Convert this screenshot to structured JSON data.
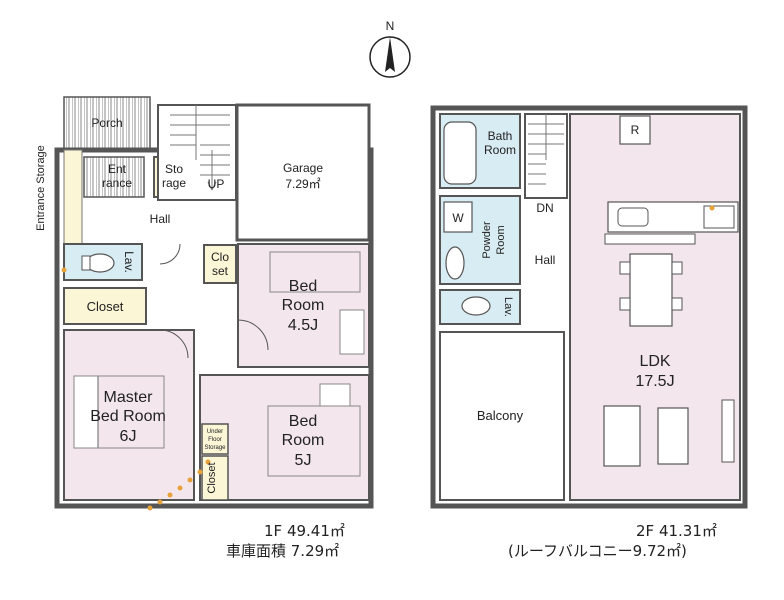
{
  "compass": {
    "label": "N"
  },
  "floor1": {
    "rooms": {
      "porch": "Porch",
      "entrance_storage": "Entrance Storage",
      "entrance_l1": "Ent",
      "entrance_l2": "rance",
      "storage_l1": "Sto",
      "storage_l2": "rage",
      "up": "UP",
      "garage_l1": "Garage",
      "garage_l2": "7.29㎡",
      "hall": "Hall",
      "lav": "Lav.",
      "closet_top_l1": "Clo",
      "closet_top_l2": "set",
      "bed1_l1": "Bed",
      "bed1_l2": "Room",
      "bed1_l3": "4.5J",
      "closet_left": "Closet",
      "master_l1": "Master",
      "master_l2": "Bed Room",
      "master_l3": "6J",
      "bed2_l1": "Bed",
      "bed2_l2": "Room",
      "bed2_l3": "5J",
      "underfloor_l1": "Under",
      "underfloor_l2": "Floor",
      "underfloor_l3": "Storage",
      "closet_small": "Closet"
    },
    "caption_area": "1F 49.41㎡",
    "caption_garage": "車庫面積 7.29㎡"
  },
  "floor2": {
    "rooms": {
      "bath_l1": "Bath",
      "bath_l2": "Room",
      "dn": "DN",
      "r": "R",
      "w": "W",
      "powder_l1": "Powder",
      "powder_l2": "Room",
      "hall": "Hall",
      "lav": "Lav.",
      "ldk_l1": "LDK",
      "ldk_l2": "17.5J",
      "balcony": "Balcony"
    },
    "caption_area": "2F 41.31㎡",
    "caption_roof": "(ルーフバルコニー9.72㎡)"
  },
  "colors": {
    "room_fill": "#f3e6ec",
    "closet_fill": "#fbf6d6",
    "water_fill": "#d8ecf3",
    "wall": "#555555",
    "door_dot": "#e8a23a"
  }
}
